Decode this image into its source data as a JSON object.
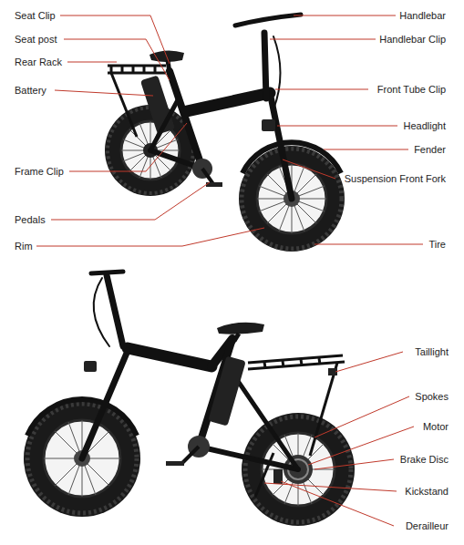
{
  "diagram": {
    "labels": [
      "Seat Clip",
      "Seat post",
      "Rear Rack",
      "Battery",
      "Frame Clip",
      "Pedals",
      "Rim",
      "Handlebar",
      "Handlebar Clip",
      "Front Tube Clip",
      "Headlight",
      "Fender",
      "Suspension Front Fork",
      "Tire",
      "Taillight",
      "Spokes",
      "Motor",
      "Brake Disc",
      "Kickstand",
      "Derailleur"
    ]
  }
}
